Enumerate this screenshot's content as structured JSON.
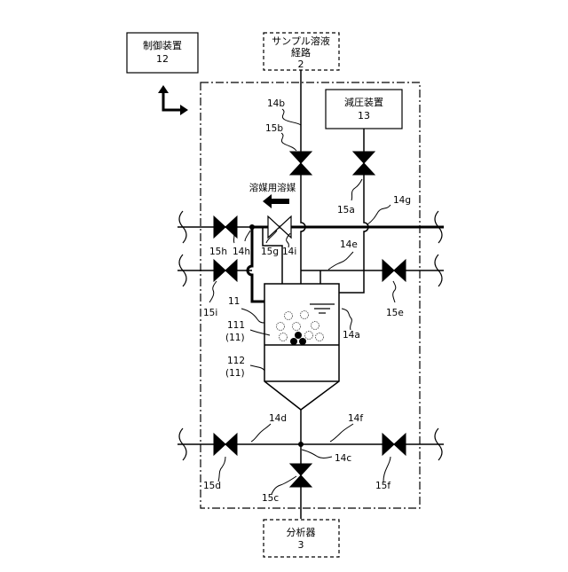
{
  "boxes": {
    "controller": {
      "name": "制御装置",
      "ref": "12"
    },
    "sample_path": {
      "name": "サンプル溶液",
      "name2": "経路",
      "ref": "2"
    },
    "decompressor": {
      "name": "減圧装置",
      "ref": "13"
    },
    "analyzer": {
      "name": "分析器",
      "ref": "3"
    }
  },
  "flow_label": "溶媒用溶媒",
  "labels": {
    "l14b": "14b",
    "l15b": "15b",
    "l14g": "14g",
    "l15a": "15a",
    "l15h": "15h",
    "l14h": "14h",
    "l15g": "15g",
    "l14i": "14i",
    "l14e": "14e",
    "l15i": "15i",
    "l11": "11",
    "l111": "111",
    "l111s": "(11)",
    "l112": "112",
    "l112s": "(11)",
    "l15e": "15e",
    "l14a": "14a",
    "l14d": "14d",
    "l14f": "14f",
    "l14c": "14c",
    "l15d": "15d",
    "l15c": "15c",
    "l15f": "15f"
  }
}
